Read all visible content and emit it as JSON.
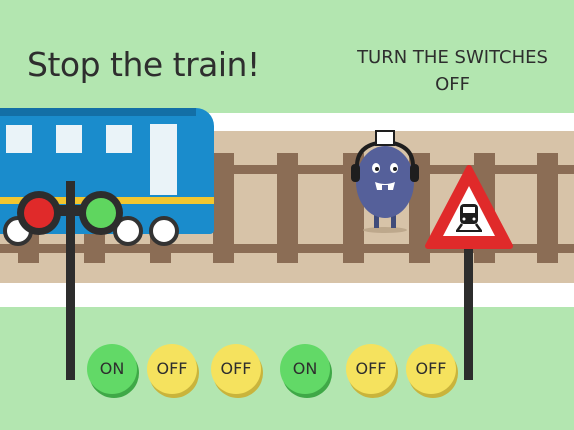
{
  "game": {
    "title": "Stop the train!",
    "instruction": "TURN THE SWITCHES OFF"
  },
  "signal": {
    "left_light": "red",
    "right_light": "green"
  },
  "sign": {
    "type": "train-warning-sign"
  },
  "switches": [
    {
      "label": "ON",
      "state": "on"
    },
    {
      "label": "OFF",
      "state": "off"
    },
    {
      "label": "OFF",
      "state": "off"
    },
    {
      "label": "ON",
      "state": "on"
    },
    {
      "label": "OFF",
      "state": "off"
    },
    {
      "label": "OFF",
      "state": "off"
    }
  ],
  "colors": {
    "background": "#b3e6b0",
    "switch_on": "#62d967",
    "switch_off": "#f5e25e",
    "signal_red": "#e02a2a",
    "signal_green": "#5fd65f",
    "train": "#1a8ccc",
    "sign_red": "#e02a2a"
  }
}
